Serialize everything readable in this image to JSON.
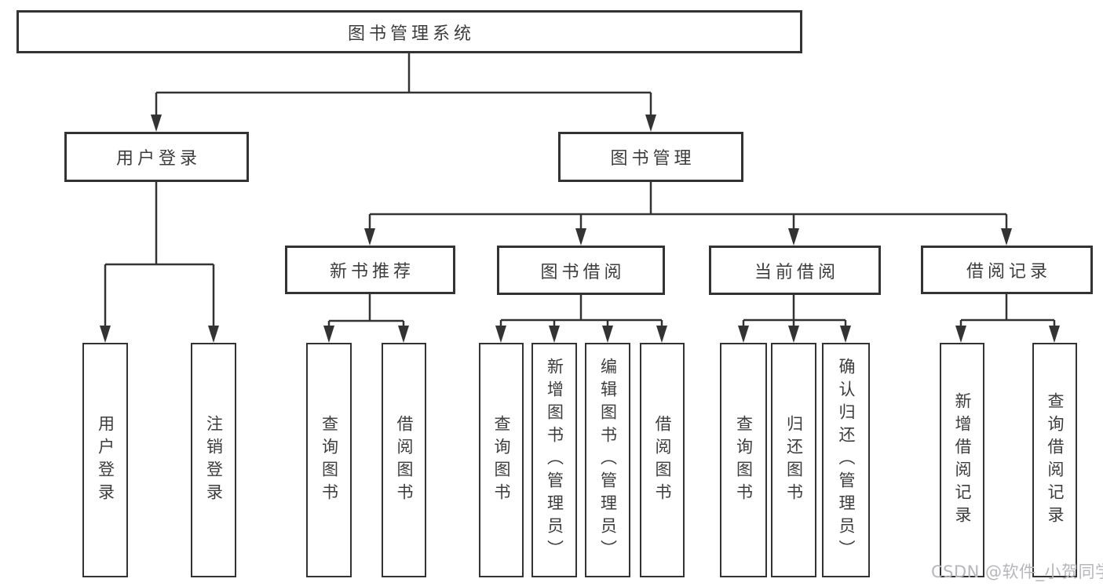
{
  "tree": {
    "root": {
      "label": "图书管理系统",
      "children": [
        {
          "label": "用户登录",
          "children": [
            {
              "label": "用户登录"
            },
            {
              "label": "注销登录"
            }
          ]
        },
        {
          "label": "图书管理",
          "children": [
            {
              "label": "新书推荐",
              "children": [
                {
                  "label": "查询图书"
                },
                {
                  "label": "借阅图书"
                }
              ]
            },
            {
              "label": "图书借阅",
              "children": [
                {
                  "label": "查询图书"
                },
                {
                  "label": "新增图书（管理员）"
                },
                {
                  "label": "编辑图书（管理员）"
                },
                {
                  "label": "借阅图书"
                }
              ]
            },
            {
              "label": "当前借阅",
              "children": [
                {
                  "label": "查询图书"
                },
                {
                  "label": "归还图书"
                },
                {
                  "label": "确认归还（管理员）"
                }
              ]
            },
            {
              "label": "借阅记录",
              "children": [
                {
                  "label": "新增借阅记录"
                },
                {
                  "label": "查询借阅记录"
                }
              ]
            }
          ]
        }
      ]
    }
  },
  "watermark": {
    "text": "CSDN @软件_小贺同学"
  },
  "colors": {
    "line": "#333333",
    "box_border": "#333333",
    "text": "#3d3d3d",
    "watermark": "#b6b6bb",
    "background": "#ffffff"
  }
}
